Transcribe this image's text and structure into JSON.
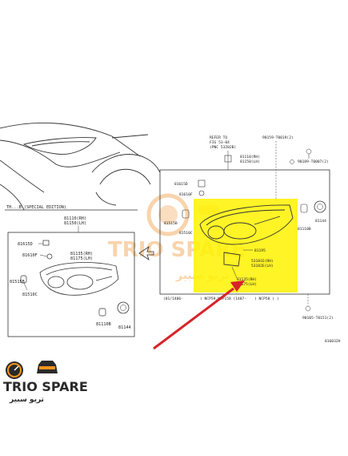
{
  "colors": {
    "highlight": "#FFF200",
    "arrow": "#D8232A",
    "brand_orange": "#F7941D",
    "line": "#333333",
    "watermark": "#F4B26A"
  },
  "brand": {
    "name": "TRIO SPARE",
    "arabic": "تريو سبير",
    "icons": [
      "gauge-icon",
      "car-front-icon"
    ]
  },
  "callouts": {
    "refer": [
      "REFER TO",
      "FIG 53-04",
      "(PNC 53202B)"
    ],
    "bolt_top": "90159-T0019(2)",
    "right_top": [
      "81110(RH)",
      "81150(LH)"
    ],
    "clip_right": "90189-T0007(2)",
    "l81615d": "81615D",
    "l81610f": "81610F",
    "l81515b": "81515B",
    "l81510c": "81510C",
    "l81144": "81144",
    "l81110b": "81110B",
    "l81195": "81195",
    "l53181": [
      "53181E(RH)",
      "53182E(LH)"
    ],
    "l81135": [
      "81135(RH)",
      "81175(LH)"
    ],
    "bolt_bottom": [
      "90105-T0151(2)"
    ],
    "codes": [
      "(01/1406-",
      ") NCP59,NSP158 (1407-",
      ") NCP58 (",
      ")"
    ],
    "diagram_id": "816032H"
  },
  "inset": {
    "header": "TH...B (SPECIAL EDITION)",
    "top": [
      "81110(RH)",
      "81150(LH)"
    ],
    "l81615d": "81615D",
    "l81610f": "81610F",
    "l81135": [
      "81135(RH)",
      "81175(LH)"
    ],
    "l81515b": "81515B",
    "l81510c": "81510C",
    "l81110b": "81110B",
    "l81144": "81144"
  }
}
